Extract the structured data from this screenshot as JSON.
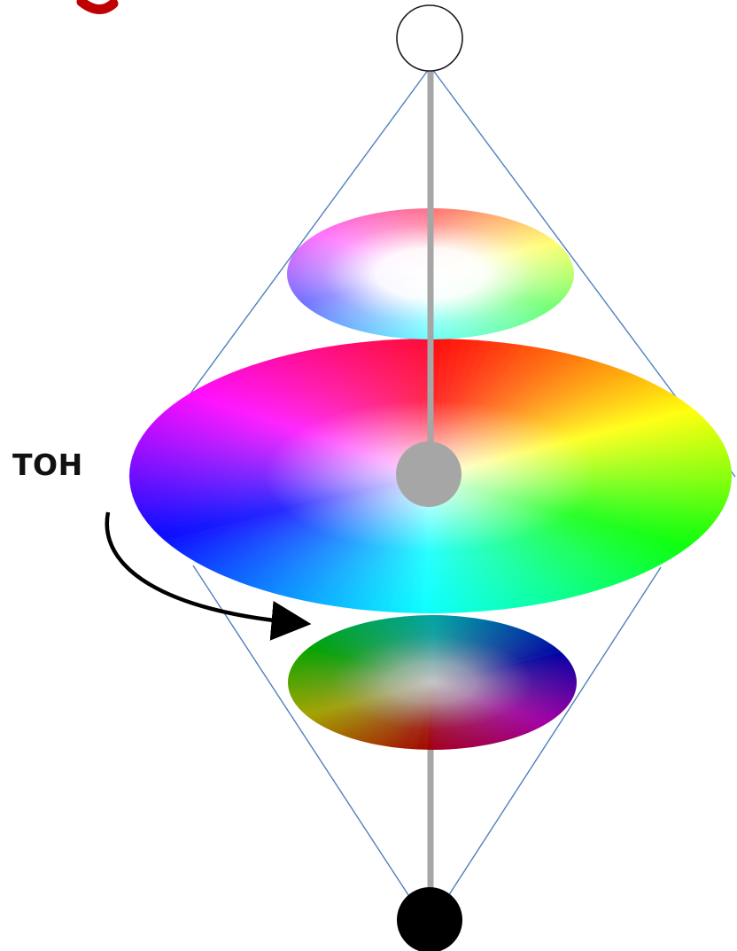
{
  "diagram": {
    "hue_label": "ТОН",
    "colors": {
      "cone_outline": "#4f81bd",
      "axis": "#a6a6a6",
      "white_pole_fill": "#ffffff",
      "white_pole_stroke": "#1a1a1a",
      "black_pole": "#000000",
      "center_gray": "#a6a6a6",
      "arrow": "#000000",
      "corner_accent": "#c00000"
    },
    "elements": {
      "white_pole": "white-pole-circle",
      "black_pole": "black-pole-circle",
      "axis": "lightness-axis",
      "upper_disk": "light-hue-disk",
      "middle_disk": "saturated-hue-disk",
      "lower_disk": "dark-hue-disk",
      "arrow": "hue-rotation-arrow"
    }
  }
}
